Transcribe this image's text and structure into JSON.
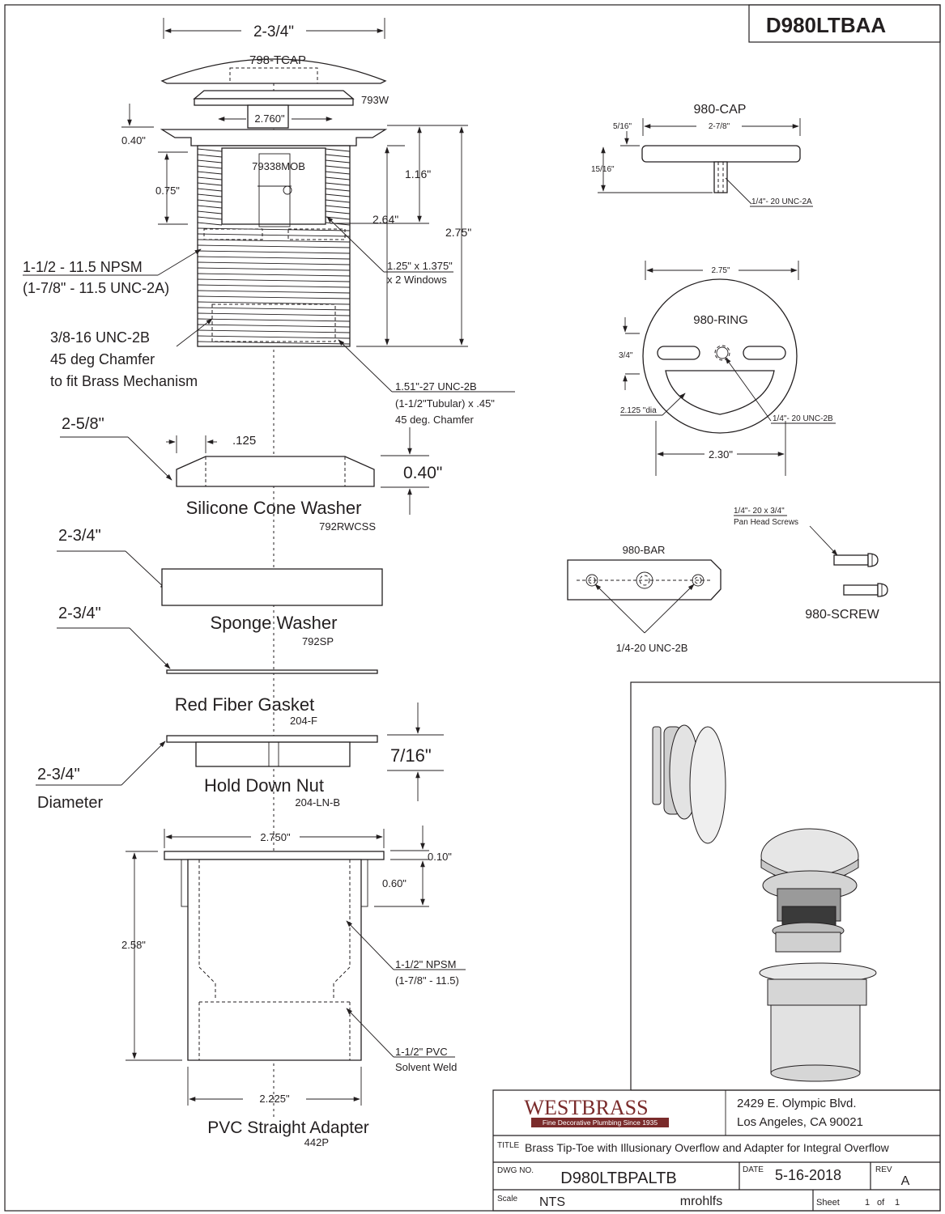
{
  "drawing_number_box": "D980LTBAA",
  "parts": {
    "cap_width": "2-3/4\"",
    "tcap": "798-TCAP",
    "w793": "793W",
    "body_width": "2.760\"",
    "flange_thick": "0.40\"",
    "window_depth": "0.75\"",
    "mob": "79338MOB",
    "dim_116": "1.16\"",
    "dim_264": "2.64\"",
    "dim_275": "2.75\"",
    "windows_line1": "1.25\" x 1.375\"",
    "windows_line2": "x 2 Windows",
    "npsm_line1": "1-1/2 - 11.5 NPSM",
    "npsm_line2": "(1-7/8\" - 11.5 UNC-2A)",
    "unc_line1": "3/8-16 UNC-2B",
    "unc_line2": "45 deg Chamfer",
    "unc_line3": "to fit Brass Mechanism",
    "bottom_line1": "1.51\"-27 UNC-2B",
    "bottom_line2": "(1-1/2\"Tubular) x .45\"",
    "bottom_line3": "45 deg. Chamfer",
    "cone_width": "2-5/8\"",
    "cone_chamfer": ".125",
    "cone_height": "0.40\"",
    "cone_name": "Silicone Cone Washer",
    "cone_code": "792RWCSS",
    "sponge_width": "2-3/4\"",
    "sponge_name": "Sponge Washer",
    "sponge_code": "792SP",
    "gasket_width": "2-3/4\"",
    "gasket_name": "Red Fiber Gasket",
    "gasket_code": "204-F",
    "nut_height": "7/16\"",
    "nut_dia_line1": "2-3/4\"",
    "nut_dia_line2": "Diameter",
    "nut_name": "Hold Down Nut",
    "nut_code": "204-LN-B",
    "adapter_width": "2.750\"",
    "adapter_flange": "0.10\"",
    "adapter_lip": "0.60\"",
    "adapter_height": "2.58\"",
    "adapter_npsm_line1": "1-1/2\" NPSM",
    "adapter_npsm_line2": "(1-7/8\" - 11.5)",
    "adapter_pvc_line1": "1-1/2\" PVC",
    "adapter_pvc_line2": "Solvent Weld",
    "adapter_bottom": "2.225\"",
    "adapter_name": "PVC Straight Adapter",
    "adapter_code": "442P"
  },
  "details": {
    "cap_name": "980-CAP",
    "cap_width": "2-7/8\"",
    "cap_thick": "5/16\"",
    "cap_height": "15/16\"",
    "cap_thread": "1/4\"- 20 UNC-2A",
    "ring_width": "2.75\"",
    "ring_name": "980-RING",
    "ring_slot": "3/4\"",
    "ring_dia": "2.125 \"dia",
    "ring_thread": "1/4\"- 20 UNC-2B",
    "ring_bottom": "2.30\"",
    "screw_line1": "1/4\"- 20 x 3/4\"",
    "screw_line2": "Pan Head Screws",
    "bar_name": "980-BAR",
    "bar_thread": "1/4-20 UNC-2B",
    "screw_name": "980-SCREW"
  },
  "title_block": {
    "company": "WESTBRASS",
    "tagline": "Fine Decorative Plumbing Since 1935",
    "address1": "2429 E. Olympic Blvd.",
    "address2": "Los Angeles, CA 90021",
    "title_label": "TITLE",
    "title": "Brass Tip-Toe with Illusionary Overflow and Adapter for Integral Overflow",
    "dwg_label": "DWG NO.",
    "dwg_no": "D980LTBPALTB",
    "date_label": "DATE",
    "date": "5-16-2018",
    "rev_label": "REV",
    "rev": "A",
    "scale_label": "Scale",
    "scale": "NTS",
    "drawn_by": "mrohlfs",
    "sheet_label": "Sheet",
    "sheet_num": "1",
    "of_label": "of",
    "sheet_total": "1"
  }
}
